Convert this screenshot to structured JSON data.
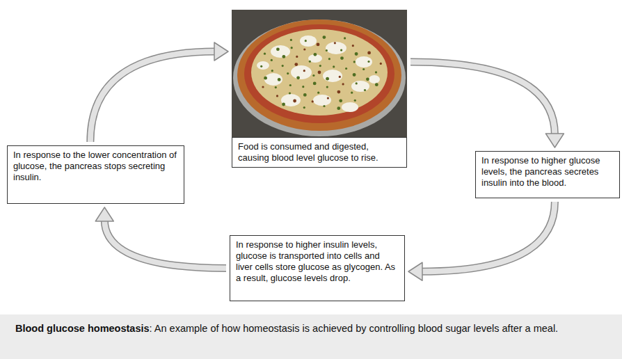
{
  "diagram": {
    "caption": "Blood glucose homeostasis: An example of how homeostasis is achieved by controlling blood sugar levels after a meal.",
    "nodes": [
      {
        "text": [
          "Food is consumed and digested, causing blood level glucose to rise."
        ]
      },
      {
        "text": [
          "In response to higher glucose levels, the pancreas secretes insulin into the blood."
        ]
      },
      {
        "text": [
          "In response to higher insulin levels, glucose is transported into cells and liver cells store glucose as glycogen. As a result, glucose levels drop."
        ]
      },
      {
        "text": [
          "In response to the lower concentration of glucose, the pancreas stops secreting insulin."
        ]
      }
    ],
    "edges": [
      {
        "from": 0,
        "to": 1,
        "arrow": "to"
      },
      {
        "from": 1,
        "to": 2,
        "arrow": "to"
      },
      {
        "from": 2,
        "to": 3,
        "arrow": "to"
      },
      {
        "from": 3,
        "to": 0,
        "arrow": "to"
      }
    ]
  }
}
